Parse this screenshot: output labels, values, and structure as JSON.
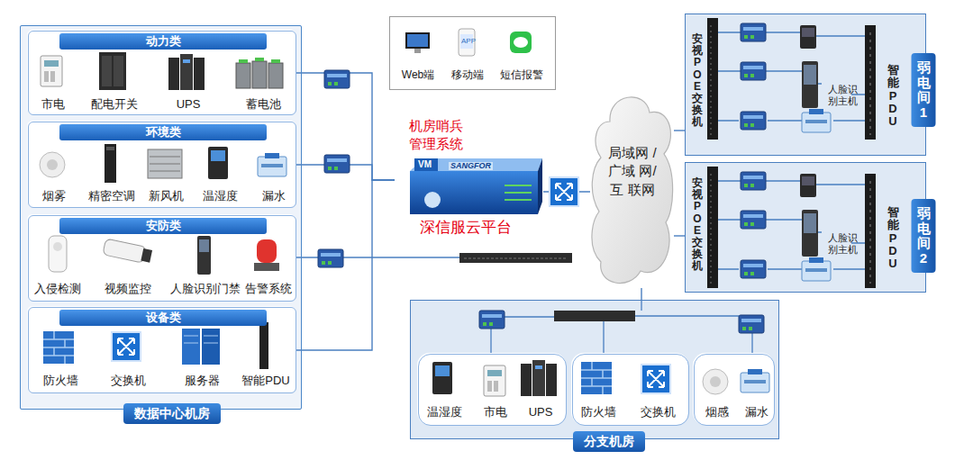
{
  "diagram": {
    "nodes": [
      {
        "text": [
          "数据中心机房"
        ]
      },
      {
        "text": [
          "动力类",
          "市电",
          "配电开关",
          "UPS",
          "蓄电池"
        ],
        "in": 0
      },
      {
        "text": [
          "环境类",
          "烟雾",
          "精密空调",
          "新风机",
          "温湿度",
          "漏水"
        ],
        "in": 0
      },
      {
        "text": [
          "安防类",
          "入侵检测",
          "视频监控",
          "人脸识别门禁",
          "告警系统"
        ],
        "in": 0
      },
      {
        "text": [
          "设备类",
          "防火墙",
          "交换机",
          "服务器",
          "智能PDU"
        ],
        "in": 0
      },
      {
        "text": [
          "Web端",
          "移动端",
          "短信报警"
        ]
      },
      {
        "text": [
          "机房哨兵 管理系统",
          "深信服云平台"
        ]
      },
      {
        "text": [
          "局域网 /广域 网/互 联网"
        ]
      },
      {
        "text": [
          "弱电间1",
          "安视POE交换机",
          "人脸识 别主机",
          "智能PDU"
        ]
      },
      {
        "text": [
          "弱电间2",
          "安视POE交换机",
          "人脸识 别主机",
          "智能PDU"
        ]
      },
      {
        "text": [
          "分支机房"
        ]
      },
      {
        "text": [
          "温湿度",
          "市电",
          "UPS"
        ],
        "in": 10
      },
      {
        "text": [
          "防火墙",
          "交换机"
        ],
        "in": 10
      },
      {
        "text": [
          "烟感",
          "漏水"
        ],
        "in": 10
      }
    ],
    "edges": [
      {
        "from": 1,
        "to": 6,
        "arrow": "none"
      },
      {
        "from": 2,
        "to": 6,
        "arrow": "none"
      },
      {
        "from": 4,
        "to": 6,
        "arrow": "none"
      },
      {
        "from": 6,
        "to": 7,
        "arrow": "none"
      },
      {
        "from": 7,
        "to": 8,
        "arrow": "none"
      },
      {
        "from": 7,
        "to": 9,
        "arrow": "none"
      },
      {
        "from": 7,
        "to": 10,
        "arrow": "none"
      }
    ],
    "labels": [
      "APP",
      "VM",
      "SANGFOR"
    ]
  }
}
